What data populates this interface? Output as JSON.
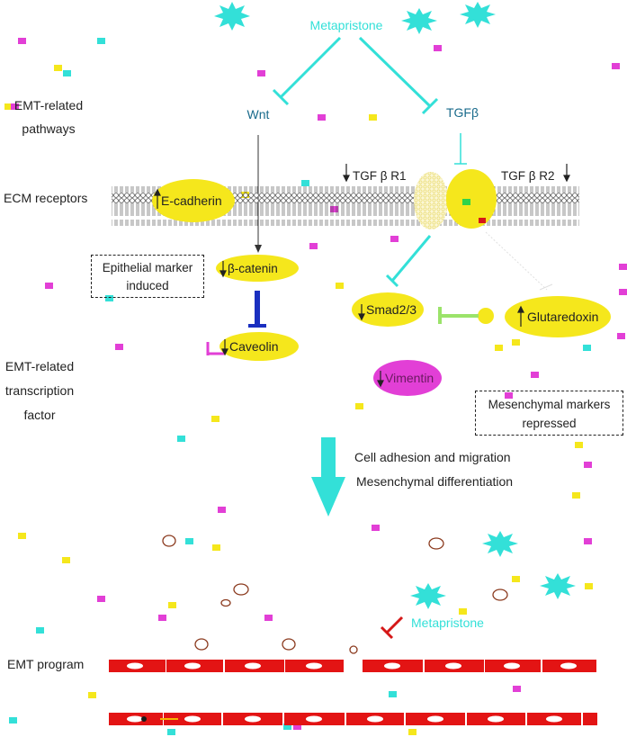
{
  "labels": {
    "drug_top": "Metapristone",
    "wnt": "Wnt",
    "tgfb": "TGFβ",
    "tgfbr1": "TGF β R1",
    "tgfbr2": "TGF β R2",
    "ecadherin": "E-cadherin",
    "bcatenin": "β-catenin",
    "caveolin": "Caveolin",
    "smad": "Smad2/3",
    "glutaredoxin": "Glutaredoxin",
    "vimentin": "Vimentin",
    "outcome_1": "Cell adhesion and migration",
    "outcome_2": "Mesenchymal differentiation",
    "drug_bottom": "Metapristone"
  },
  "side_labels": {
    "pathways": [
      "EMT-related",
      "pathways"
    ],
    "ecm": "ECM receptors",
    "tf": [
      "EMT-related",
      "transcription",
      "factor"
    ],
    "emt_program": "EMT program"
  },
  "boxes": {
    "epithelial": [
      "Epithelial marker",
      "induced"
    ],
    "mesenchymal": [
      "Mesenchymal markers",
      "repressed"
    ]
  },
  "colors": {
    "cyan": "#33e0d8",
    "yellow": "#f5e71c",
    "magenta": "#e23fd6",
    "red_cell": "#e31414",
    "inhibit_green": "#9be36a",
    "inhibit_blue": "#1a2fc0",
    "inhibit_red": "#d51717"
  },
  "icons": [
    "starburst-icon",
    "up-arrow-icon",
    "down-arrow-icon",
    "inhibition-arrow-icon",
    "large-down-arrow-icon"
  ]
}
